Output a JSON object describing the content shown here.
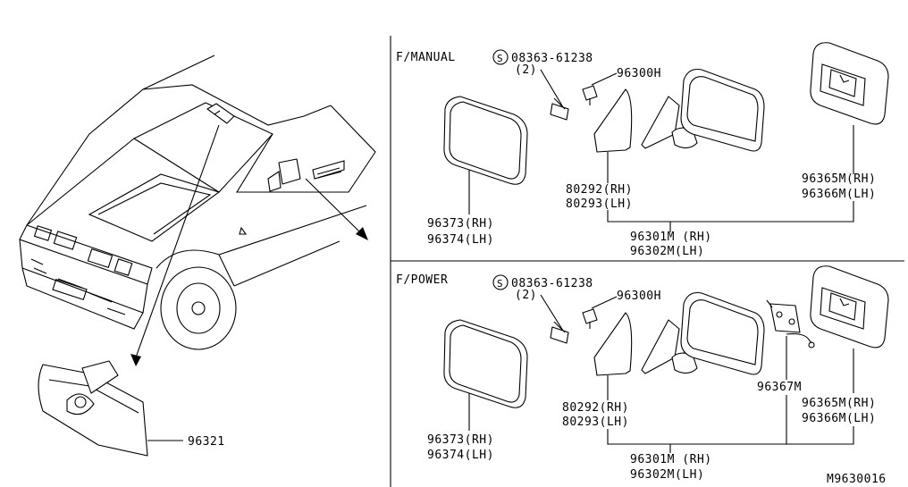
{
  "sections": {
    "manual": {
      "title": "F/MANUAL",
      "screw_part": "08363-61238",
      "screw_qty": "(2)",
      "clip_part": "96300H",
      "cover_rh": "80292(RH)",
      "cover_lh": "80293(LH)",
      "glass_rh": "96373(RH)",
      "glass_lh": "96374(LH)",
      "assy_rh": "96301M (RH)",
      "assy_lh": "96302M(LH)",
      "mirror_glass_rh": "96365M(RH)",
      "mirror_glass_lh": "96366M(LH)"
    },
    "power": {
      "title": "F/POWER",
      "screw_part": "08363-61238",
      "screw_qty": "(2)",
      "clip_part": "96300H",
      "actuator_part": "96367M",
      "cover_rh": "80292(RH)",
      "cover_lh": "80293(LH)",
      "glass_rh": "96373(RH)",
      "glass_lh": "96374(LH)",
      "assy_rh": "96301M (RH)",
      "assy_lh": "96302M(LH)",
      "mirror_glass_rh": "96365M(RH)",
      "mirror_glass_lh": "96366M(LH)"
    }
  },
  "inside_mirror_part": "96321",
  "screw_symbol": "S",
  "diagram_code": "M9630016"
}
